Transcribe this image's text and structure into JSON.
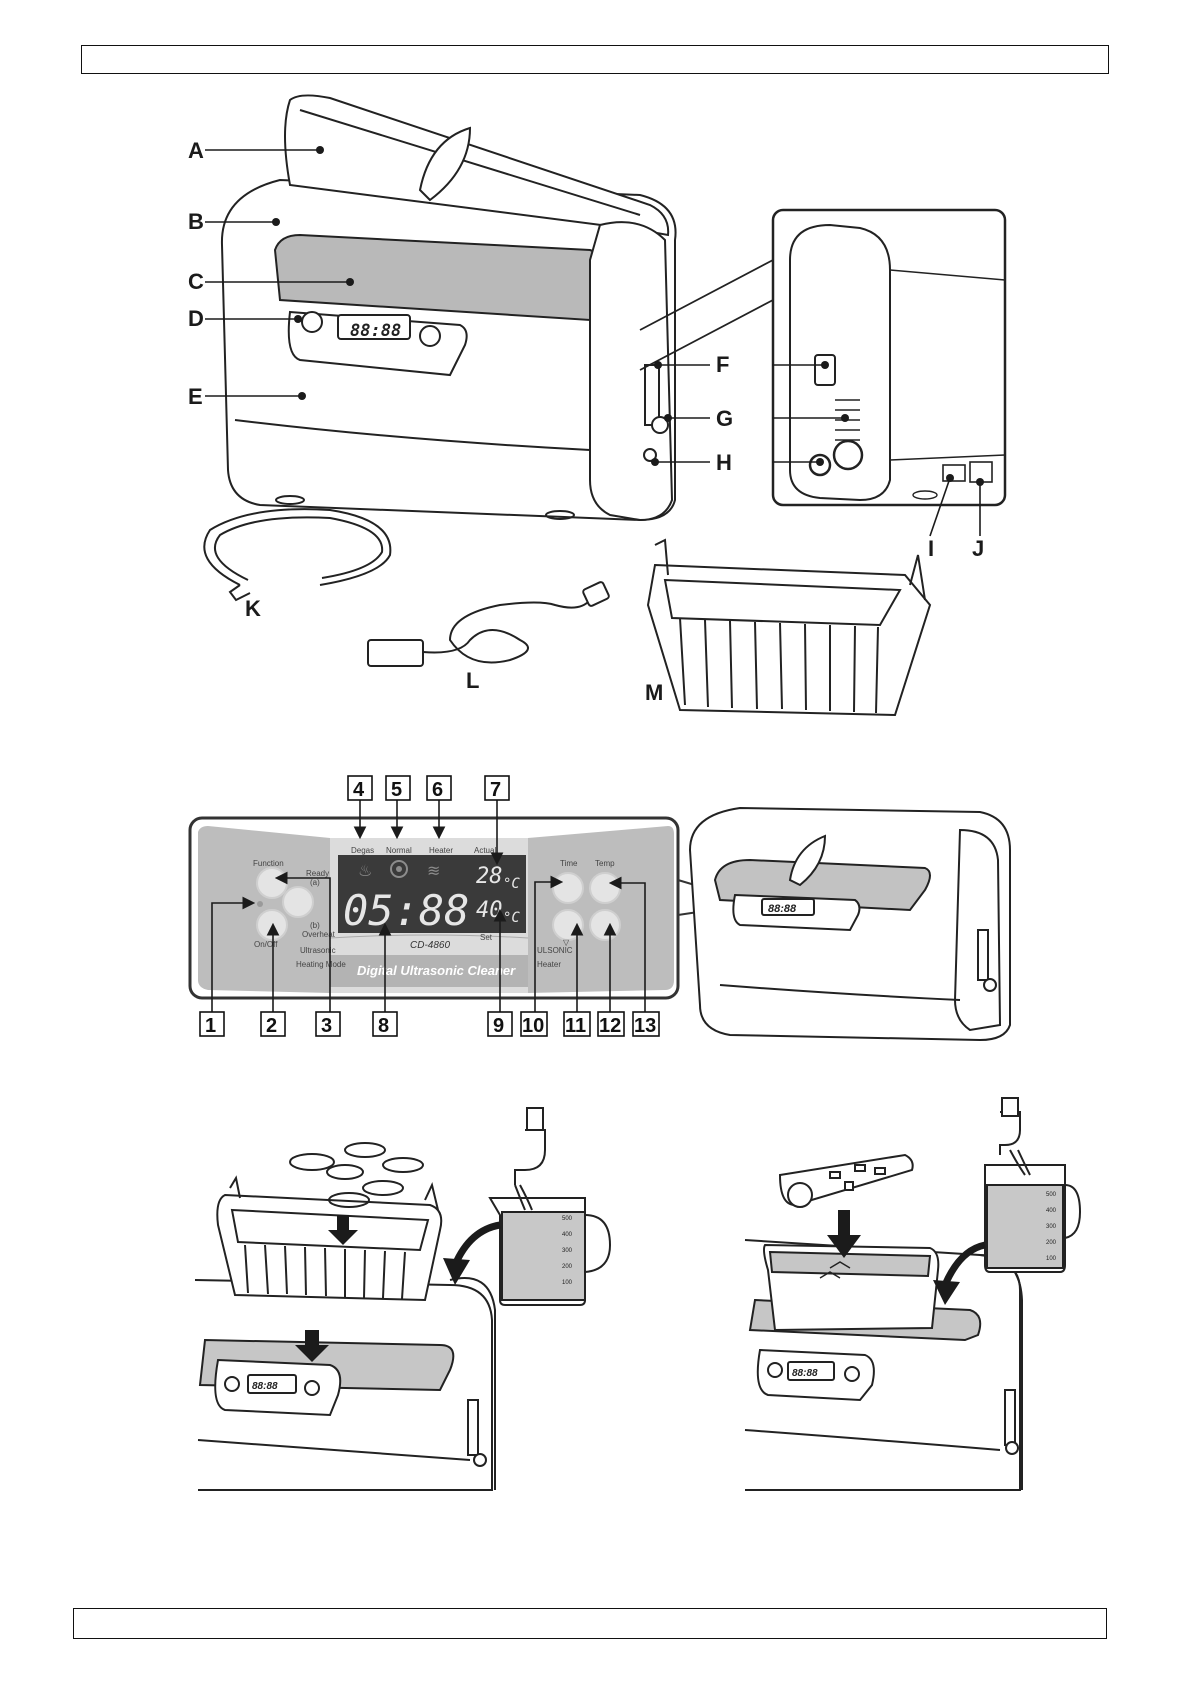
{
  "figure1": {
    "callouts": [
      "A",
      "B",
      "C",
      "D",
      "E",
      "F",
      "G",
      "H",
      "I",
      "J",
      "K",
      "L",
      "M"
    ],
    "unit_display": "88:88"
  },
  "figure2": {
    "top_numbers": [
      "4",
      "5",
      "6",
      "7"
    ],
    "bottom_numbers": [
      "1",
      "2",
      "3",
      "8",
      "9",
      "10",
      "11",
      "12",
      "13"
    ],
    "panel": {
      "function_label": "Function",
      "ready_label": "Ready",
      "ready_mark": "(a)",
      "onoff_label": "On/Off",
      "overheat_mark": "(b)",
      "overheat_label": "Overheat",
      "degas_label": "Degas",
      "normal_label": "Normal",
      "heater_label": "Heater",
      "actual_label": "Actual",
      "set_label": "Set",
      "time_label": "Time",
      "temp_label": "Temp",
      "down_mark": "▽",
      "time_display": "05:88",
      "actual_temp": "28",
      "set_temp": "40",
      "temp_unit": "°C",
      "model": "CD-4860",
      "brand_strip": "Digital Ultrasonic Cleaner",
      "badge_left_1": "Ultrasonic",
      "badge_left_2": "Heating Mode",
      "badge_right_1": "ULSONIC",
      "badge_right_2": "Heater"
    },
    "inset_display": "88:88"
  },
  "figure3": {
    "left_scale": [
      "500",
      "400",
      "300",
      "200",
      "100"
    ],
    "right_scale": [
      "500",
      "400",
      "300",
      "200",
      "100"
    ],
    "left_display": "88:88",
    "right_display": "88:88"
  }
}
